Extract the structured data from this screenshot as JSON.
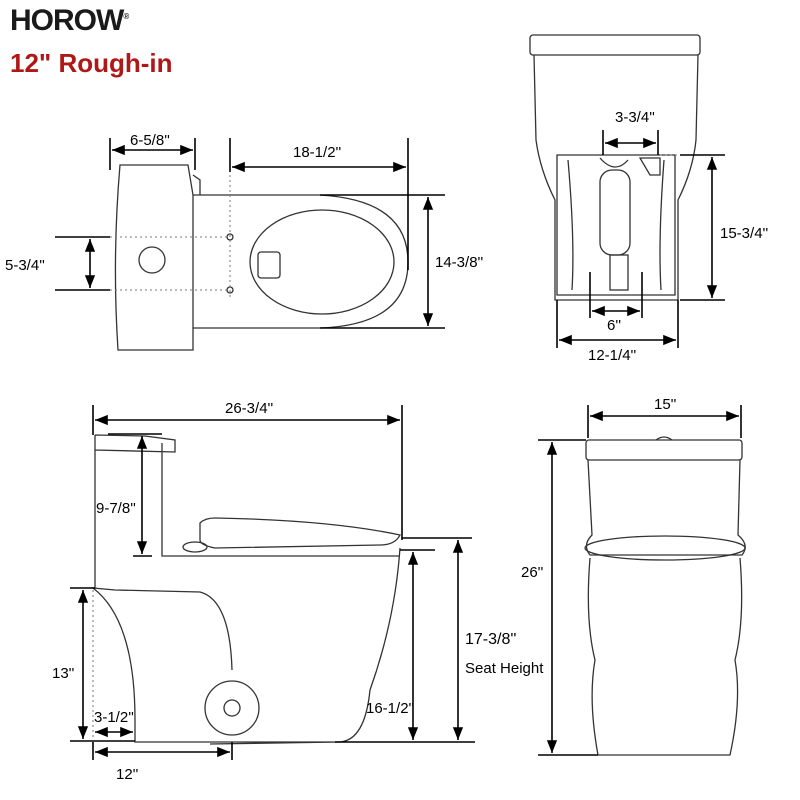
{
  "brand": {
    "name": "HOROW",
    "mark": "®"
  },
  "subtitle": "12\" Rough-in",
  "colors": {
    "brand_text": "#1a1a1a",
    "subtitle": "#b01818",
    "lines": "#000000"
  },
  "top_view": {
    "tank_depth": "6-5/8''",
    "bolt_to_front": "18-1/2''",
    "bolt_spacing": "5-3/4''",
    "bowl_width": "14-3/8''"
  },
  "rear_view": {
    "supply_offset": "3-3/4''",
    "cutout_height": "15-3/4''",
    "bolt_spacing": "6''",
    "base_width": "12-1/4''"
  },
  "side_view": {
    "overall_length": "26-3/4''",
    "tank_height": "9-7/8''",
    "rear_height": "13''",
    "rear_offset": "3-1/2''",
    "rough_in": "12''",
    "bowl_height": "16-1/2''",
    "seat_height": "17-3/8''",
    "seat_height_label": "Seat Height"
  },
  "front_view": {
    "width": "15''",
    "overall_height": "26''"
  }
}
